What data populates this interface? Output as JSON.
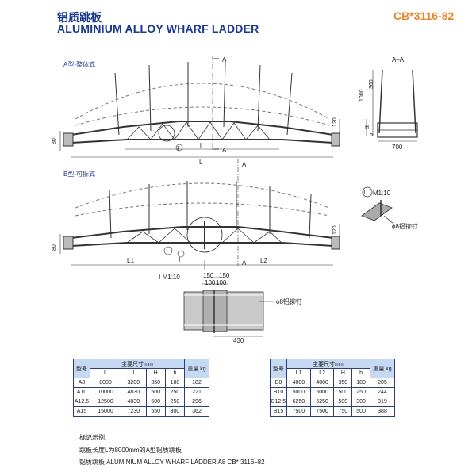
{
  "header": {
    "title_cn": "铝质跳板",
    "title_en": "ALUMINIUM ALLOY WHARF LADDER",
    "standard_code": "CB*3116-82"
  },
  "drawing": {
    "type_a_label": "A型-整体式",
    "type_b_label": "B型-可拆式",
    "section_mark": "A",
    "section_title": "A–A",
    "detail_mark": "Ⅰ",
    "detail_scale_label": "Ⅰ M1:10",
    "rivet_label": "ϕ8铝铆钉",
    "dims": {
      "d80": "80",
      "d120": "120",
      "L": "L",
      "l": "l",
      "L1": "L1",
      "L2": "L2",
      "d360": "360",
      "d1000": "1000",
      "H": "H",
      "h": "h",
      "d700": "700",
      "d150a": "150",
      "d150b": "150",
      "d100a": "100",
      "d100b": "100",
      "d430": "430"
    }
  },
  "table_a": {
    "col_model": "型号",
    "main_dims_header": "主要尺寸mm",
    "col_weight": "重量 kg",
    "columns": [
      "L",
      "l",
      "H",
      "h"
    ],
    "rows": [
      [
        "A8",
        "8000",
        "3200",
        "350",
        "180",
        "182"
      ],
      [
        "A10",
        "10000",
        "4830",
        "500",
        "250",
        "221"
      ],
      [
        "A12.5",
        "12500",
        "4830",
        "500",
        "250",
        "296"
      ],
      [
        "A15",
        "15000",
        "7230",
        "550",
        "300",
        "362"
      ]
    ]
  },
  "table_b": {
    "col_model": "型号",
    "main_dims_header": "主要尺寸mm",
    "col_weight": "重量 kg",
    "columns": [
      "L1",
      "L2",
      "H",
      "h"
    ],
    "rows": [
      [
        "B8",
        "4000",
        "4000",
        "350",
        "180",
        "205"
      ],
      [
        "B10",
        "5000",
        "5000",
        "500",
        "250",
        "244"
      ],
      [
        "B12.5",
        "6250",
        "6250",
        "500",
        "300",
        "319"
      ],
      [
        "B15",
        "7500",
        "7500",
        "750",
        "500",
        "388"
      ]
    ]
  },
  "notes": {
    "heading": "标记示例:",
    "line1": "跳板长度L为8000mm的A型铝质跳板",
    "line2": "铝质跳板  ALUMINIUM ALLOY WHARF LADDER A8 CB* 3116–82"
  }
}
